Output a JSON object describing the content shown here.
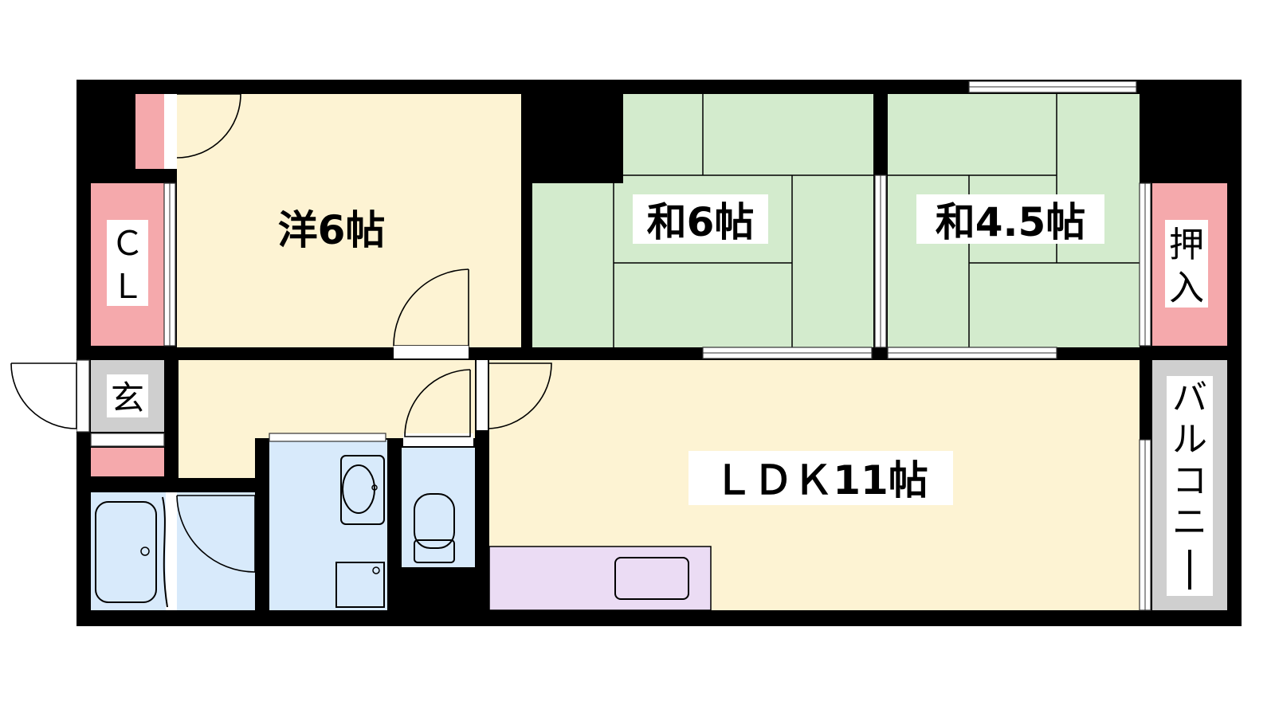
{
  "floorplan": {
    "colors": {
      "wall": "#000000",
      "western_room": "#fdf3d3",
      "japanese_room": "#d3ebcd",
      "storage": "#f5a9ac",
      "wet_area": "#d8eafb",
      "kitchen_counter": "#ebdcf4",
      "entrance": "#cfcfcf",
      "balcony": "#cfcfcf"
    },
    "rooms": {
      "western": {
        "label": "洋6帖"
      },
      "japanese_large": {
        "label": "和6帖"
      },
      "japanese_small": {
        "label": "和4.5帖"
      },
      "ldk": {
        "label": "ＬＤＫ11帖"
      }
    },
    "storage": {
      "closet": {
        "label_line1": "Ｃ",
        "label_line2": "Ｌ"
      },
      "oshiire": {
        "label_line1": "押",
        "label_line2": "入"
      }
    },
    "entrance": {
      "label": "玄"
    },
    "balcony": {
      "label_chars": [
        "バ",
        "ル",
        "コ",
        "ニ",
        "ー"
      ]
    },
    "fixtures": [
      "bathtub",
      "washbasin",
      "washing-machine-pan",
      "toilet",
      "kitchen-sink"
    ]
  }
}
